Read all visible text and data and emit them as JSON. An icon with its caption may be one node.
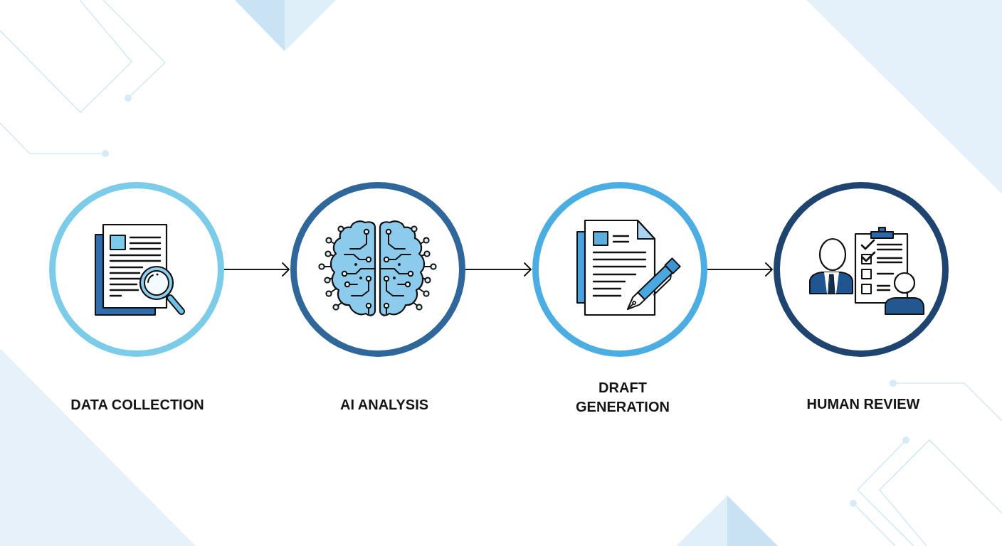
{
  "diagram": {
    "nodes": [
      {
        "text": [
          "DATA COLLECTION"
        ]
      },
      {
        "text": [
          "AI ANALYSIS"
        ]
      },
      {
        "text": [
          "DRAFT GENERATION"
        ]
      },
      {
        "text": [
          "HUMAN REVIEW"
        ]
      }
    ],
    "edges": [
      {
        "from": 0,
        "to": 1,
        "arrow": "to"
      },
      {
        "from": 1,
        "to": 2,
        "arrow": "to"
      },
      {
        "from": 2,
        "to": 3,
        "arrow": "to"
      }
    ]
  }
}
